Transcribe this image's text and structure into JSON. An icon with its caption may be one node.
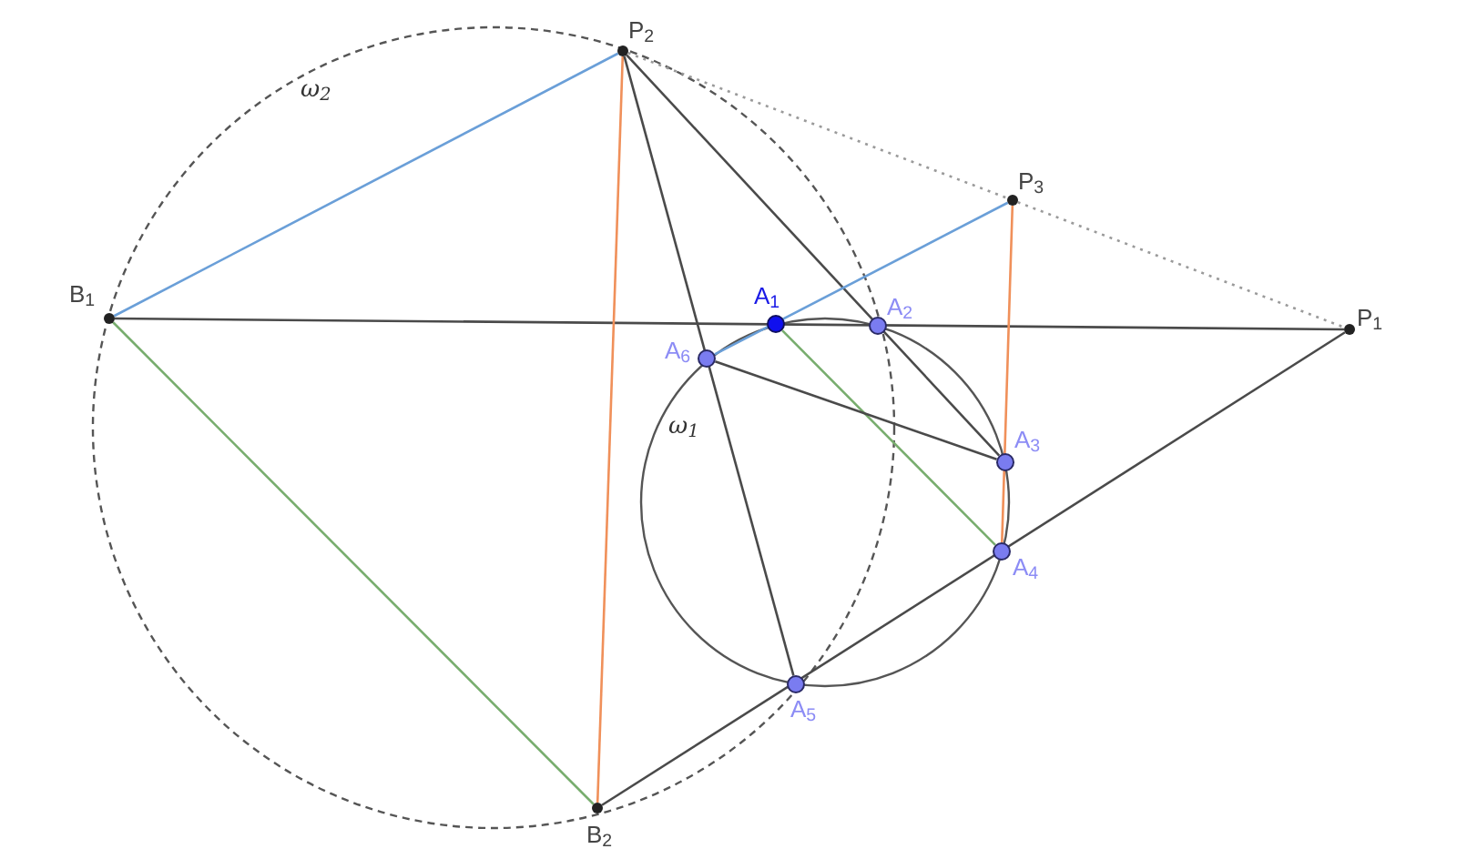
{
  "diagram": {
    "nodes": [
      {
        "text": [],
        "shape": "circle",
        "beside": [
          "P$_{2}$"
        ]
      },
      {
        "text": [],
        "shape": "circle",
        "beside": [
          "P$_{3}$"
        ]
      },
      {
        "text": [],
        "shape": "circle",
        "beside": [
          "B$_{1}$"
        ]
      },
      {
        "text": [],
        "shape": "circle",
        "beside": [
          "A$_{1}$"
        ]
      },
      {
        "text": [],
        "shape": "circle",
        "beside": [
          "A$_{2}$"
        ]
      },
      {
        "text": [],
        "shape": "circle",
        "beside": [
          "P$_{1}$"
        ]
      },
      {
        "text": [],
        "shape": "circle",
        "beside": [
          "A$_{6}$"
        ]
      },
      {
        "text": [],
        "shape": "circle",
        "beside": [
          "A$_{3}$"
        ]
      },
      {
        "text": [],
        "shape": "circle",
        "beside": [
          "A$_{4}$"
        ]
      },
      {
        "text": [],
        "shape": "circle",
        "beside": [
          "A$_{5}$"
        ]
      },
      {
        "text": [],
        "shape": "circle",
        "beside": [
          "B$_{2}$"
        ]
      }
    ],
    "edges": [
      {
        "from": 2,
        "to": 5,
        "arrow": "none"
      },
      {
        "from": 2,
        "to": 0,
        "arrow": "none",
        "color": "#6a9fd8"
      },
      {
        "from": 2,
        "to": 10,
        "arrow": "none",
        "color": "#78ad6e"
      },
      {
        "from": 0,
        "to": 10,
        "arrow": "none",
        "color": "#f0905a"
      },
      {
        "from": 0,
        "to": 9,
        "arrow": "none"
      },
      {
        "from": 0,
        "to": 7,
        "arrow": "none"
      },
      {
        "from": 0,
        "to": 1,
        "arrow": "none",
        "style": "dashed",
        "color": "#9a9a9a"
      },
      {
        "from": 1,
        "to": 5,
        "arrow": "none",
        "style": "dashed",
        "color": "#9a9a9a"
      },
      {
        "from": 1,
        "to": 6,
        "arrow": "none",
        "color": "#6a9fd8"
      },
      {
        "from": 1,
        "to": 8,
        "arrow": "none",
        "color": "#f0905a"
      },
      {
        "from": 3,
        "to": 8,
        "arrow": "none",
        "color": "#78ad6e"
      },
      {
        "from": 6,
        "to": 7,
        "arrow": "none"
      },
      {
        "from": 10,
        "to": 5,
        "arrow": "none"
      }
    ],
    "labels": [
      "ω$_{2}$",
      "ω$_{1}$"
    ]
  }
}
